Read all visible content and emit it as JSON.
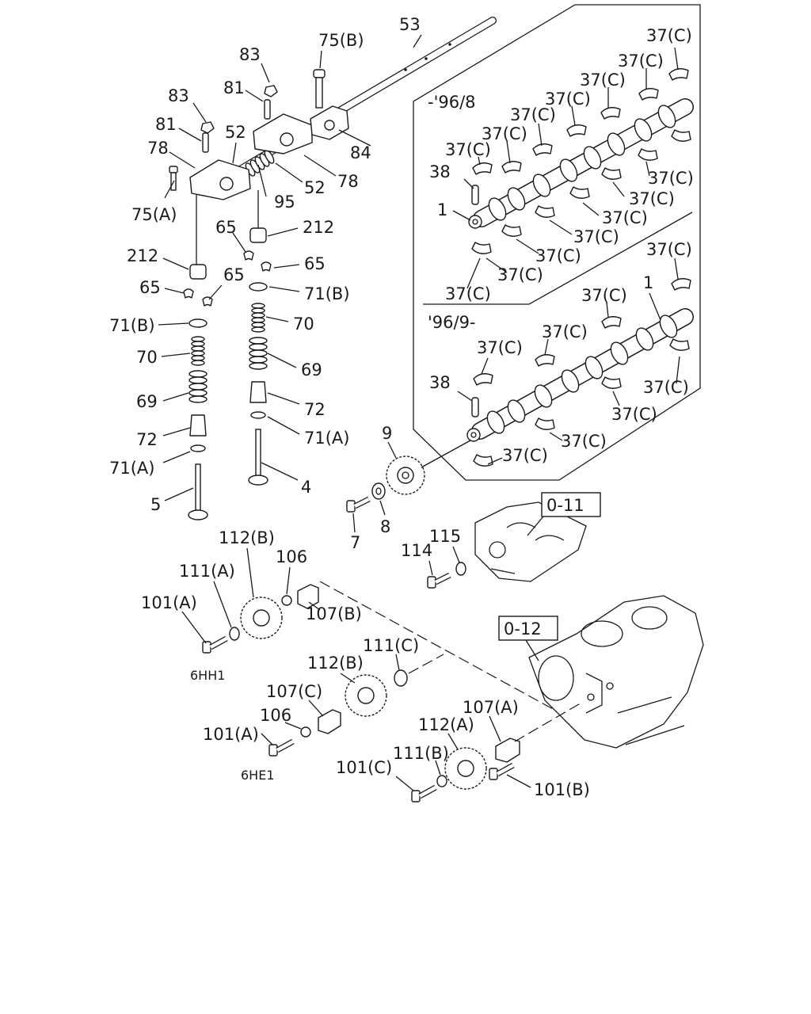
{
  "labels": {
    "p53": "53",
    "p75b": "75(B)",
    "p83a": "83",
    "p81a": "81",
    "p83b": "83",
    "p81b": "81",
    "p52a": "52",
    "p78a": "78",
    "p84": "84",
    "p78b": "78",
    "p52b": "52",
    "p95": "95",
    "p75a": "75(A)",
    "p212a": "212",
    "p65a": "65",
    "p212b": "212",
    "p65b": "65",
    "p65c": "65",
    "p65d": "65",
    "p71ba": "71(B)",
    "p71bb": "71(B)",
    "p70a": "70",
    "p70b": "70",
    "p69a": "69",
    "p69b": "69",
    "p72a": "72",
    "p72b": "72",
    "p71aa": "71(A)",
    "p71ab": "71(A)",
    "p4": "4",
    "p5": "5",
    "p9": "9",
    "p7": "7",
    "p8": "8",
    "ref011": "0-11",
    "p115": "115",
    "p114": "114",
    "p112ba": "112(B)",
    "p106a": "106",
    "p111a": "111(A)",
    "p101aa": "101(A)",
    "p107b": "107(B)",
    "e6hh1": "6HH1",
    "ref012": "0-12",
    "p111c": "111(C)",
    "p112bb": "112(B)",
    "p107c": "107(C)",
    "p106b": "106",
    "p101ab": "101(A)",
    "e6he1": "6HE1",
    "p107a": "107(A)",
    "p112a": "112(A)",
    "p111b": "111(B)",
    "p101c": "101(C)",
    "p101b": "101(B)",
    "date1": "-'96/8",
    "date2": "'96/9-",
    "p38a": "38",
    "p1a": "1",
    "p38b": "38",
    "p1b": "1",
    "b37": "37(C)"
  }
}
